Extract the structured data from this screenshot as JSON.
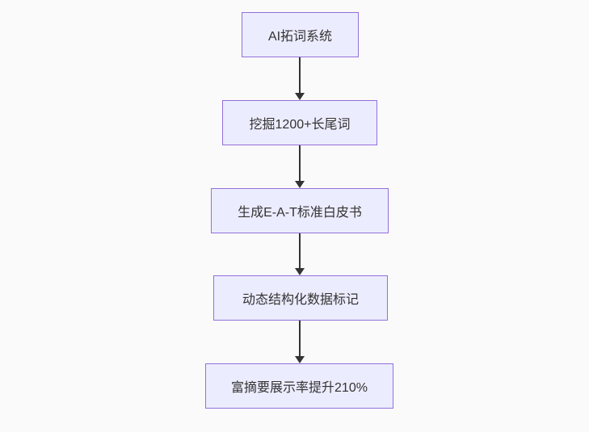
{
  "diagram": {
    "type": "flowchart-top-down",
    "background_color": "#fafafa",
    "node_fill_color": "#ECECFF",
    "node_border_color": "#9370DB",
    "node_text_color": "#333333",
    "arrow_color": "#333333",
    "nodes": [
      {
        "id": "step-1",
        "label": "AI拓词系统"
      },
      {
        "id": "step-2",
        "label": "挖掘1200+长尾词"
      },
      {
        "id": "step-3",
        "label": "生成E-A-T标准白皮书"
      },
      {
        "id": "step-4",
        "label": "动态结构化数据标记"
      },
      {
        "id": "step-5",
        "label": "富摘要展示率提升210%"
      }
    ],
    "edges": [
      {
        "from": "step-1",
        "to": "step-2"
      },
      {
        "from": "step-2",
        "to": "step-3"
      },
      {
        "from": "step-3",
        "to": "step-4"
      },
      {
        "from": "step-4",
        "to": "step-5"
      }
    ]
  }
}
